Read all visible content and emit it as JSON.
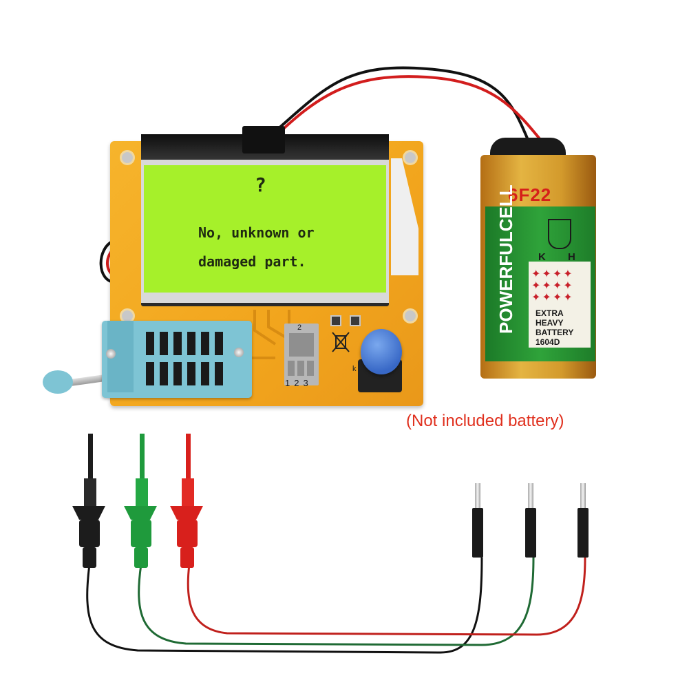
{
  "lcd": {
    "symbol": "?",
    "line1": "No, unknown or",
    "line2": "damaged part."
  },
  "board": {
    "pin_labels": "123",
    "pin_top": "2",
    "button_label": "k"
  },
  "battery": {
    "model": "6F22",
    "brand": "POWERFULCELL",
    "mark": "K H",
    "stars": "✦✦✦✦ ✦✦✦✦ ✦✦✦✦",
    "line1": "EXTRA",
    "line2": "HEAVY",
    "line3": "BATTERY",
    "line4": "1604D"
  },
  "caption": "(Not included battery)",
  "colors": {
    "pcb": "#f2a51d",
    "lcd_screen": "#a6f02a",
    "zif_socket": "#7ec4d4",
    "button_cap": "#3868c6",
    "caption_text": "#e0301e",
    "probe_black": "#1c1c1c",
    "probe_green": "#1f9a3c",
    "probe_red": "#d8201c"
  },
  "icons": {
    "recycle_bin": "weee-crossed-bin-icon",
    "shield": "shield-icon",
    "star": "star-icon"
  }
}
